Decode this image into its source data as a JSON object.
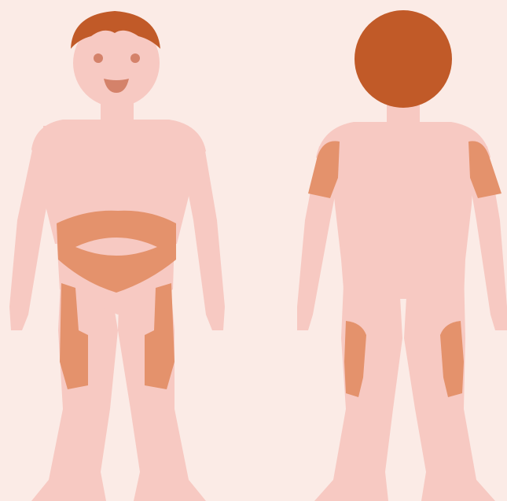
{
  "colors": {
    "background": "#fbebe6",
    "skin": "#f7c9c2",
    "injection_site": "#e4926c",
    "hair": "#c15a28",
    "face_features": "#d4826a"
  },
  "figures": [
    {
      "view": "front",
      "injection_sites": [
        "abdomen",
        "left-thigh",
        "right-thigh"
      ]
    },
    {
      "view": "back",
      "injection_sites": [
        "left-upper-arm",
        "right-upper-arm",
        "left-buttock-thigh",
        "right-buttock-thigh"
      ]
    }
  ]
}
